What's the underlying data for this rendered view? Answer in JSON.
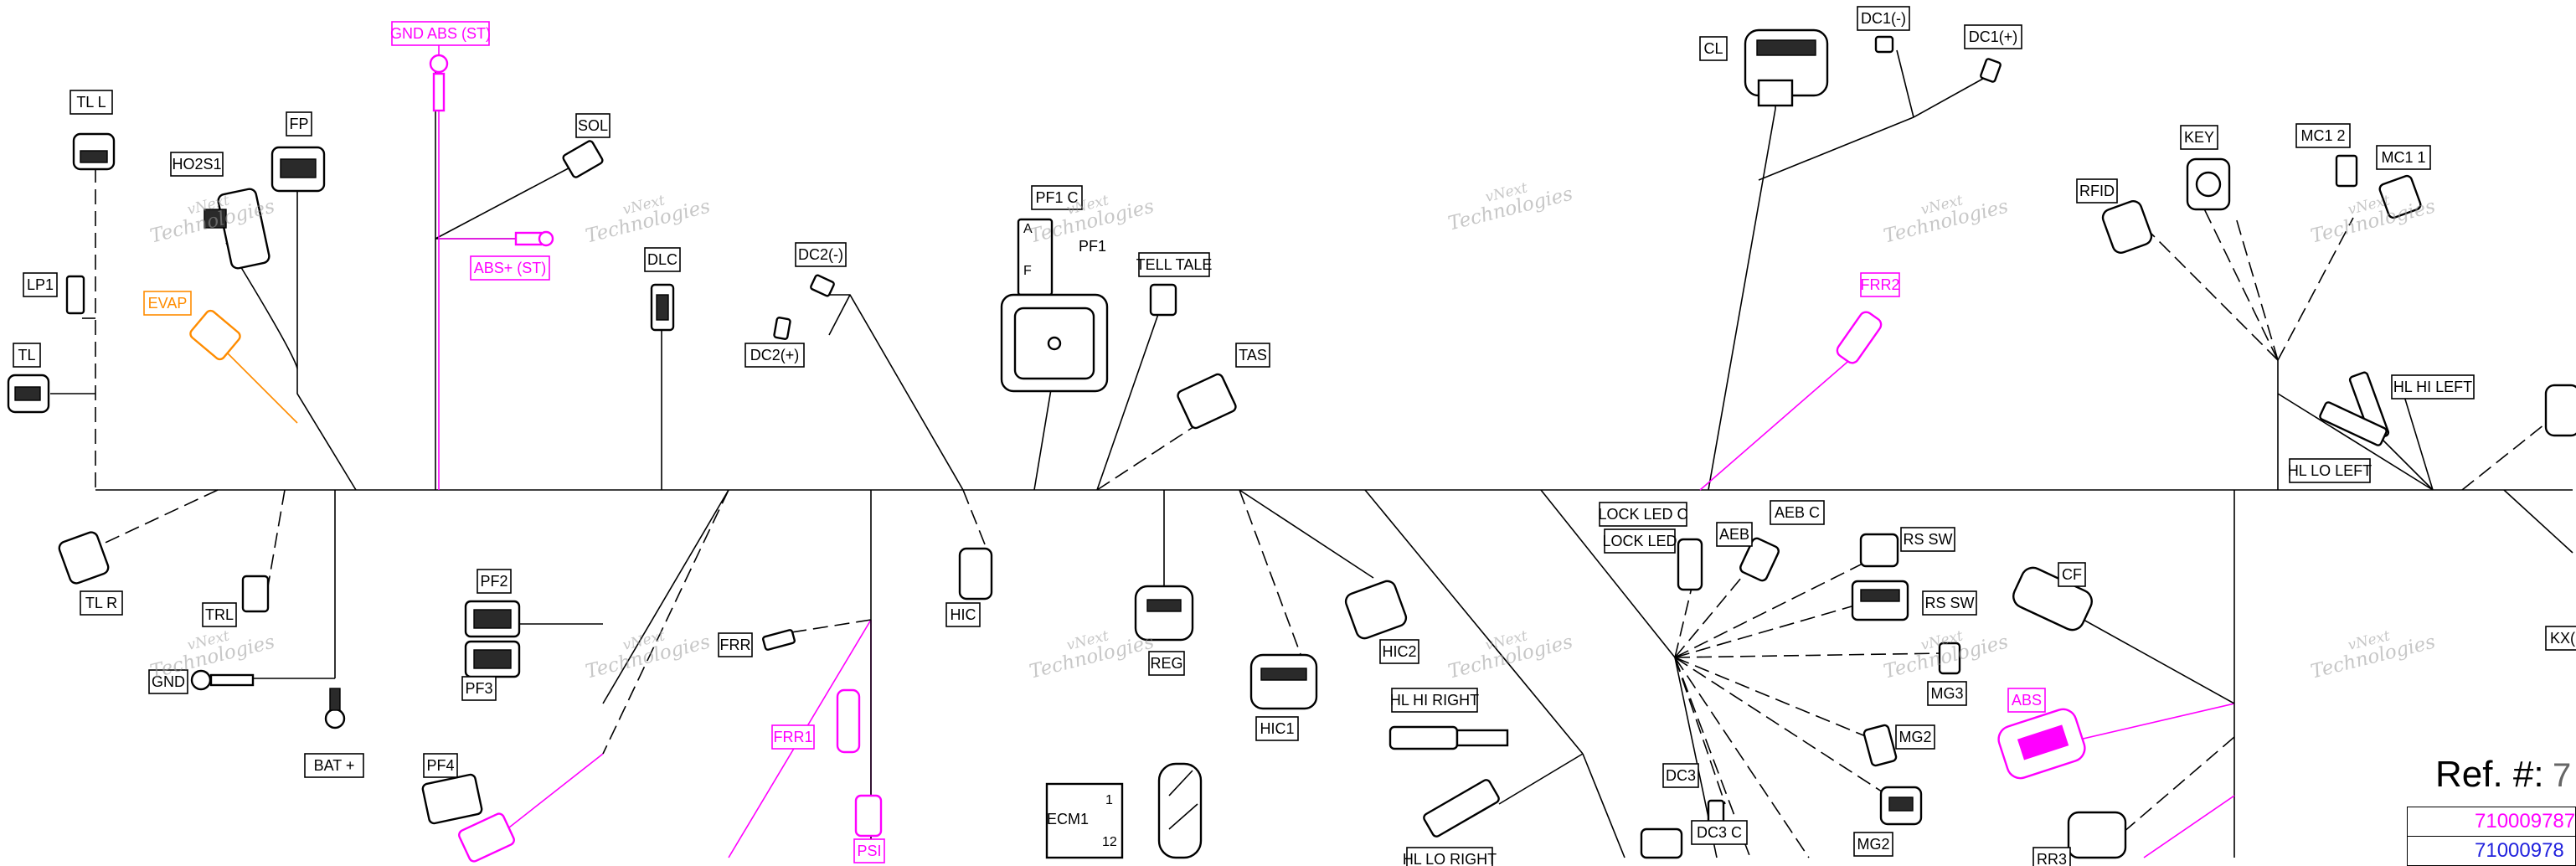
{
  "labels": {
    "tl_l": "TL  L",
    "ho2s1": "HO2S1",
    "fp": "FP",
    "gnd_abs_st": "GND  ABS (ST)",
    "sol": "SOL",
    "abs_plus_st": "ABS+ (ST)",
    "lp1": "LP1",
    "evap": "EVAP",
    "tl": "TL",
    "dlc": "DLC",
    "dc2_minus": "DC2(-)",
    "dc2_plus": "DC2(+)",
    "pf1_c": "PF1  C",
    "pf1": "PF1",
    "tell_tale": "TELL TALE",
    "tas": "TAS",
    "cl": "CL",
    "dc1_minus": "DC1(-)",
    "dc1_plus": "DC1(+)",
    "frr2": "FRR2",
    "key": "KEY",
    "mc1_2": "MC1  2",
    "mc1_1": "MC1  1",
    "rfid": "RFID",
    "hl_hi_left": "HL HI LEFT",
    "hl_lo_left": "HL LO LEFT",
    "tl_r": "TL  R",
    "trl": "TRL",
    "gnd": "GND",
    "bat_plus": "BAT +",
    "pf2": "PF2",
    "pf3": "PF3",
    "pf4": "PF4",
    "frr": "FRR",
    "frr1": "FRR1",
    "psi": "PSI",
    "hic": "HIC",
    "reg": "REG",
    "ecm1": "ECM1",
    "ecm1_pin1": "1",
    "ecm1_pin12": "12",
    "hic1": "HIC1",
    "hic2": "HIC2",
    "hl_hi_right": "HL HI RIGHT",
    "hl_lo_right": "HL LO RIGHT",
    "lock_led_c": "LOCK LED  C",
    "lock_led": "LOCK LED",
    "aeb": "AEB",
    "aeb_c": "AEB  C",
    "rs_sw_1": "RS  SW",
    "rs_sw_2": "RS  SW",
    "mg3": "MG3",
    "cf": "CF",
    "abs": "ABS",
    "mg2_1": "MG2",
    "mg2_2": "MG2",
    "dc3": "DC3",
    "dc3_c": "DC3  C",
    "rr3": "RR3",
    "kx": "KX("
  },
  "watermark": {
    "line1": "vNext",
    "line2": "Technologies",
    "combined1": "vNext Technologies"
  },
  "ref": {
    "label": "Ref. #:",
    "value": "7",
    "rows": [
      "710009787",
      "71000978"
    ]
  },
  "colors": {
    "wire": "#000000",
    "abs_harness": "#ff00ff",
    "evap_harness": "#ff8c00",
    "ref_row1": "#ff00ff",
    "ref_row2": "#2222dd",
    "watermark": "#9a9a9a"
  }
}
